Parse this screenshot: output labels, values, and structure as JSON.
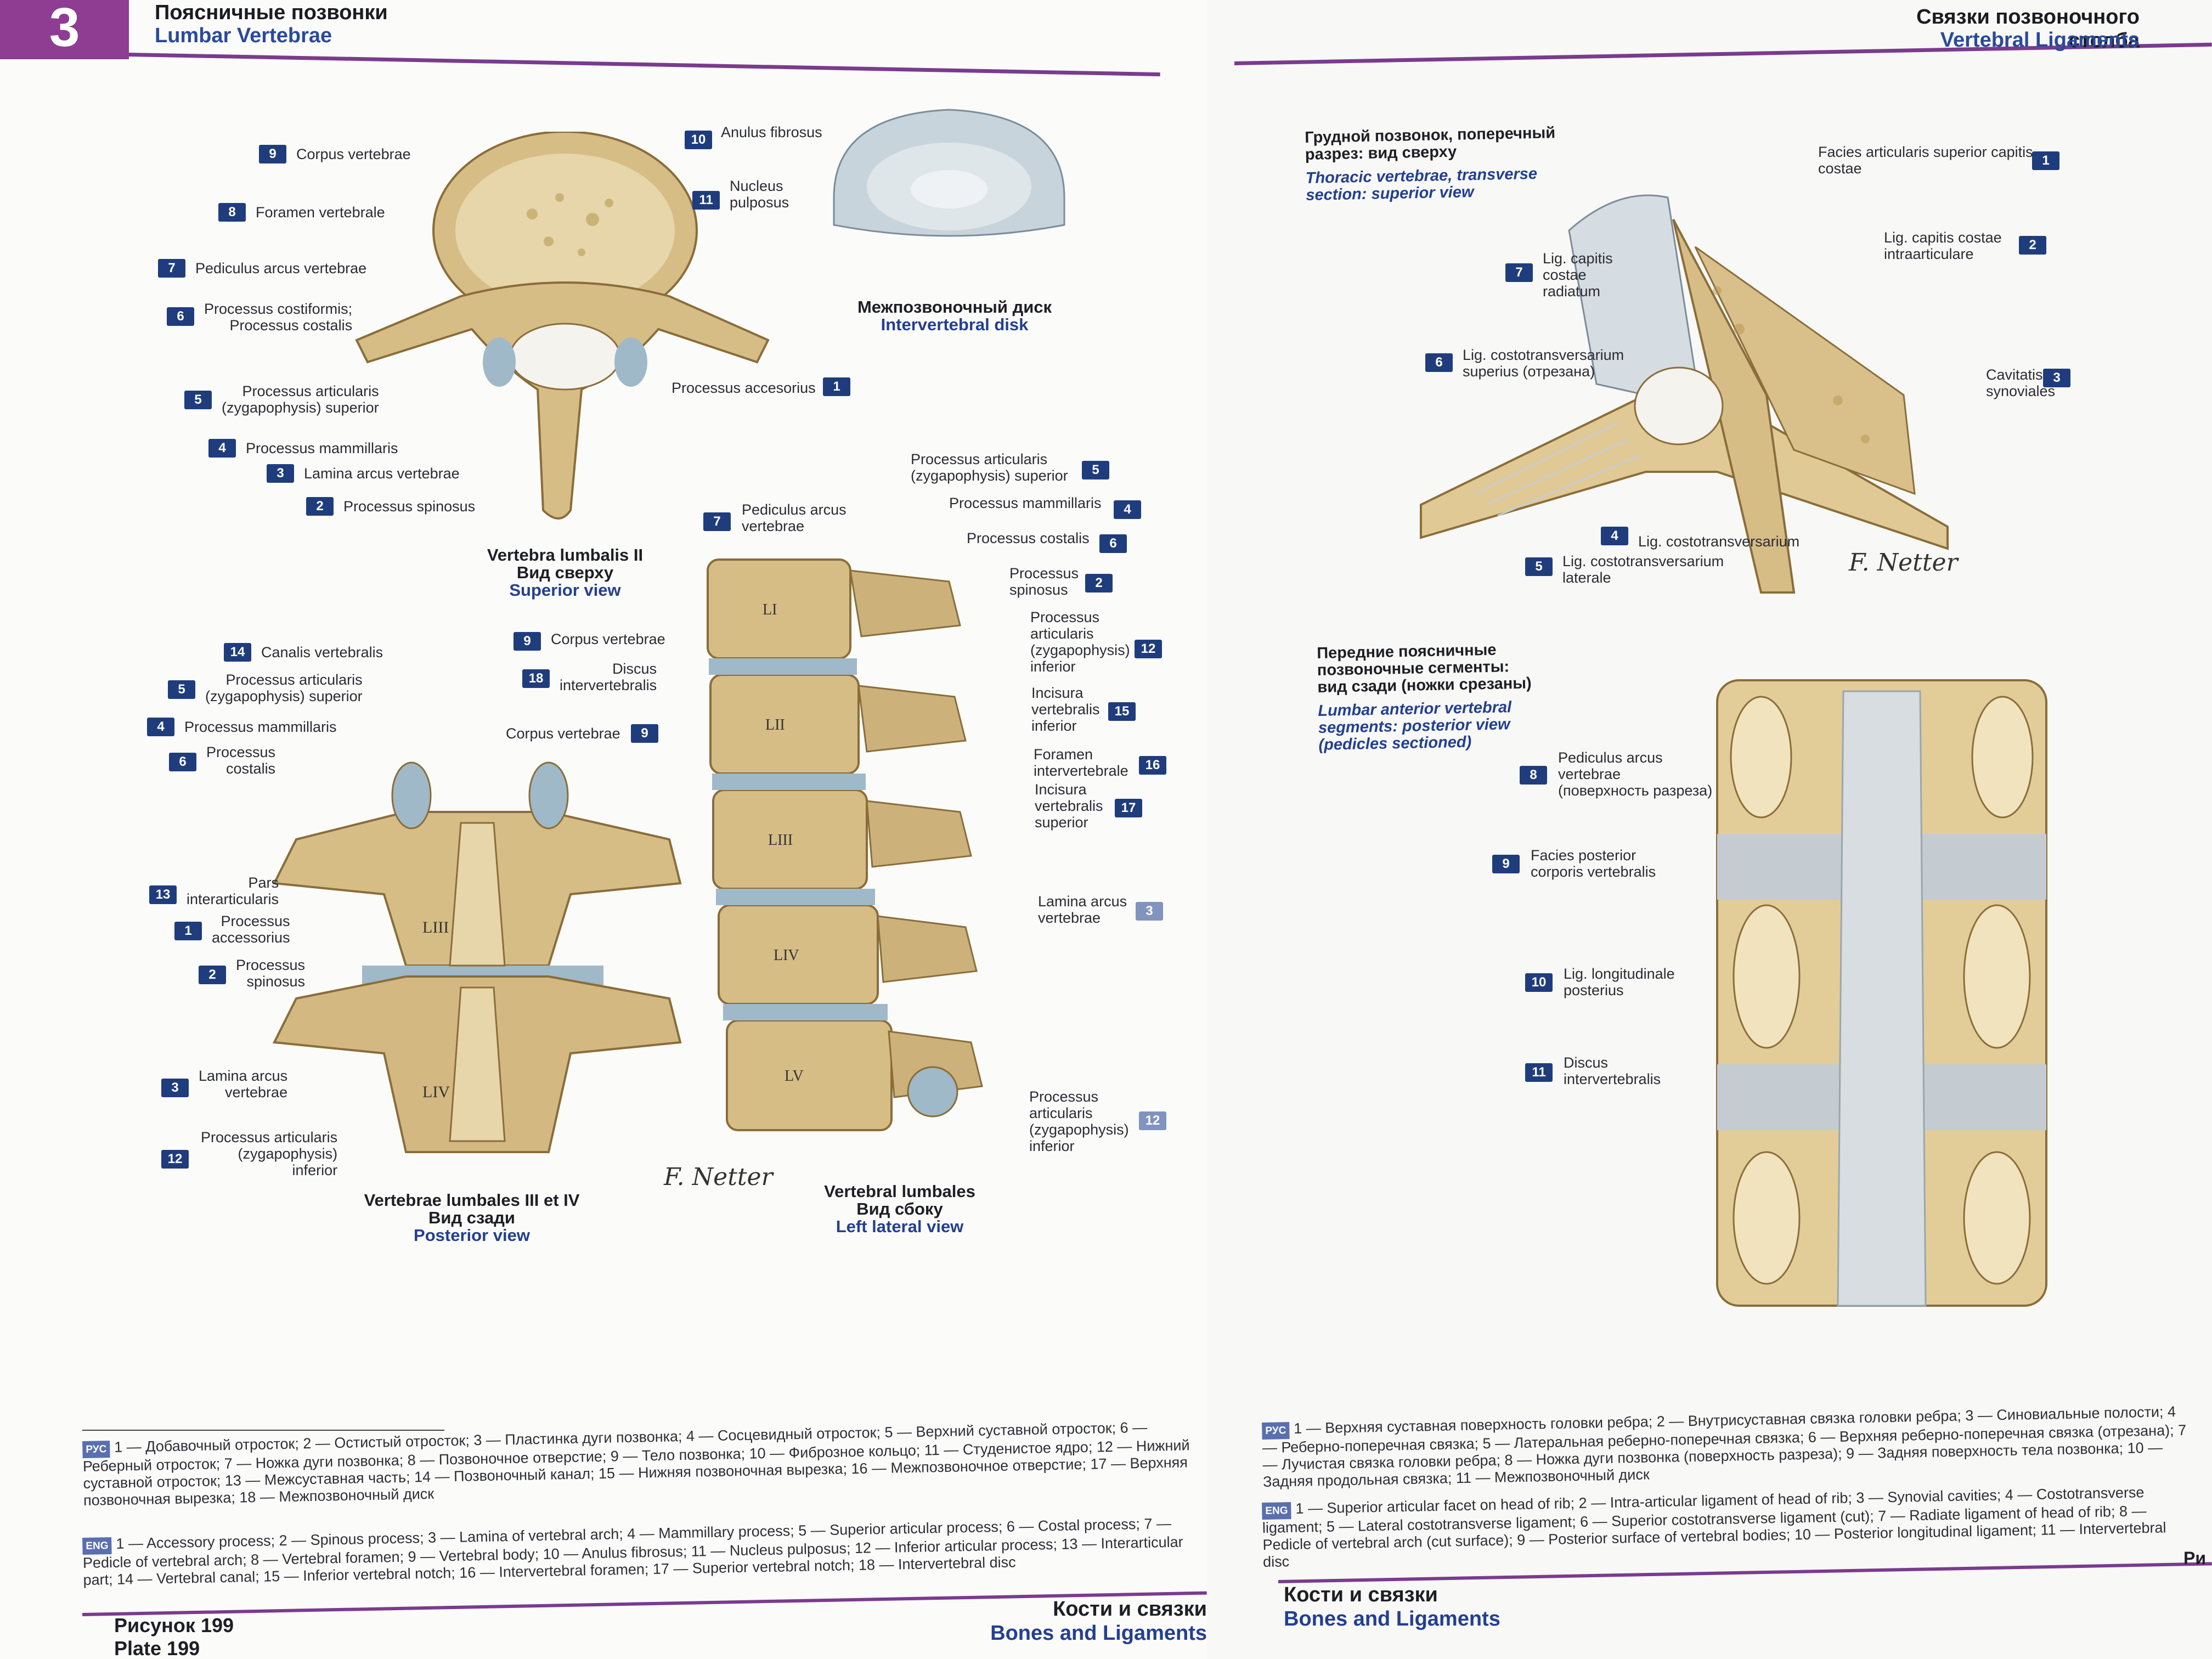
{
  "left": {
    "chapter": "3",
    "title_ru": "Поясничные позвонки",
    "title_en": "Lumbar Vertebrae",
    "fig_superior": {
      "labels": [
        {
          "n": "9",
          "t": "Corpus vertebrae"
        },
        {
          "n": "8",
          "t": "Foramen vertebrale"
        },
        {
          "n": "7",
          "t": "Pediculus arcus vertebrae"
        },
        {
          "n": "6",
          "t": "Processus costiformis;\nProcessus costalis"
        },
        {
          "n": "5",
          "t": "Processus articularis\n(zygapophysis) superior"
        },
        {
          "n": "4",
          "t": "Processus mammillaris"
        },
        {
          "n": "3",
          "t": "Lamina arcus vertebrae"
        },
        {
          "n": "2",
          "t": "Processus spinosus"
        },
        {
          "n": "1",
          "t": "Processus accesorius"
        }
      ],
      "caption_latin": "Vertebra lumbalis II",
      "caption_ru": "Вид сверху",
      "caption_en": "Superior view"
    },
    "fig_disc": {
      "labels": [
        {
          "n": "10",
          "t": "Anulus fibrosus"
        },
        {
          "n": "11",
          "t": "Nucleus\npulposus"
        }
      ],
      "caption_ru": "Межпозвоночный диск",
      "caption_en": "Intervertebral disk"
    },
    "fig_posterior": {
      "labels": [
        {
          "n": "14",
          "t": "Canalis vertebralis"
        },
        {
          "n": "5",
          "t": "Processus articularis\n(zygapophysis) superior"
        },
        {
          "n": "4",
          "t": "Processus mammillaris"
        },
        {
          "n": "6",
          "t": "Processus\ncostalis"
        },
        {
          "n": "13",
          "t": "Pars\ninterarticularis"
        },
        {
          "n": "1",
          "t": "Processus\naccessorius"
        },
        {
          "n": "2",
          "t": "Processus\nspinosus"
        },
        {
          "n": "3",
          "t": "Lamina arcus\nvertebrae"
        },
        {
          "n": "12",
          "t": "Processus articularis\n(zygapophysis)\ninferior"
        }
      ],
      "vlabels": [
        "LIII",
        "LIV"
      ],
      "caption_latin": "Vertebrae lumbales III et IV",
      "caption_ru": "Вид сзади",
      "caption_en": "Posterior view"
    },
    "fig_lateral": {
      "labels_left": [
        {
          "n": "7",
          "t": "Pediculus arcus\nvertebrae"
        },
        {
          "n": "9",
          "t": "Corpus vertebrae"
        },
        {
          "n": "18",
          "t": "Discus\nintervertebralis"
        },
        {
          "n": "9",
          "t": "Corpus vertebrae"
        }
      ],
      "labels_right": [
        {
          "n": "5",
          "t": "Processus articularis\n(zygapophysis) superior"
        },
        {
          "n": "4",
          "t": "Processus mammillaris"
        },
        {
          "n": "6",
          "t": "Processus costalis"
        },
        {
          "n": "2",
          "t": "Processus\nspinosus"
        },
        {
          "n": "12",
          "t": "Processus\narticularis\n(zygapophysis)\ninferior"
        },
        {
          "n": "15",
          "t": "Incisura\nvertebralis\ninferior"
        },
        {
          "n": "16",
          "t": "Foramen\nintervertebrale"
        },
        {
          "n": "17",
          "t": "Incisura\nvertebralis\nsuperior"
        },
        {
          "n": "3",
          "t": "Lamina arcus\nvertebrae"
        },
        {
          "n": "12",
          "t": "Processus\narticularis\n(zygapophysis)\ninferior"
        }
      ],
      "vlabels": [
        "LI",
        "LII",
        "LIII",
        "LIV",
        "LV"
      ],
      "caption_latin": "Vertebral lumbales",
      "caption_ru": "Вид сбоку",
      "caption_en": "Left lateral view"
    },
    "legend_ru_tag": "РУС",
    "legend_ru": "1 — Добавочный отросток; 2 — Остистый отросток; 3 — Пластинка дуги позвонка; 4 — Сосцевидный отросток; 5 — Верхний суставной отросток; 6 — Реберный отросток; 7 — Ножка дуги позвонка; 8 — Позвоночное отверстие; 9 — Тело позвонка; 10 — Фиброзное кольцо; 11 — Студенистое ядро; 12 — Нижний суставной отросток; 13 — Межсуставная часть; 14 — Позвоночный канал; 15 — Нижняя позвоночная вырезка; 16 — Межпозвоночное отверстие; 17 — Верхняя позвоночная вырезка; 18 — Межпозвоночный диск",
    "legend_en_tag": "ENG",
    "legend_en": "1 — Accessory process; 2 — Spinous process; 3 — Lamina of vertebral arch; 4 — Mammillary process; 5 — Superior articular process; 6 — Costal process; 7 — Pedicle of vertebral arch; 8 — Vertebral foramen; 9 — Vertebral body; 10 — Anulus fibrosus; 11 — Nucleus pulposus; 12 — Inferior articular process; 13 — Interarticular part; 14 — Vertebral canal; 15 — Inferior vertebral notch; 16 — Intervertebral foramen; 17 — Superior vertebral notch; 18 — Intervertebral disc",
    "footer_plate_ru": "Рисунок 199",
    "footer_plate_en": "Plate 199",
    "footer_section_ru": "Кости и связки",
    "footer_section_en": "Bones and Ligaments",
    "signature": "F. Netter"
  },
  "right": {
    "title_ru": "Связки позвоночного столба",
    "title_en": "Vertebral Ligaments",
    "fig_thoracic": {
      "caption_ru": "Грудной позвонок, поперечный\nразрез: вид сверху",
      "caption_en": "Thoracic vertebrae, transverse\nsection: superior view",
      "labels": [
        {
          "n": "1",
          "t": "Facies articularis superior capitis\ncostae"
        },
        {
          "n": "2",
          "t": "Lig. capitis costae\nintraarticulare"
        },
        {
          "n": "3",
          "t": "Cavitatis\nsynoviales"
        },
        {
          "n": "7",
          "t": "Lig. capitis\ncostae\nradiatum"
        },
        {
          "n": "6",
          "t": "Lig. costotransversarium\nsuperius (отрезана)"
        },
        {
          "n": "4",
          "t": "Lig. costotransversarium"
        },
        {
          "n": "5",
          "t": "Lig. costotransversarium\nlaterale"
        }
      ]
    },
    "fig_segments": {
      "caption_ru": "Передние поясничные\nпозвоночные сегменты:\nвид сзади (ножки срезаны)",
      "caption_en": "Lumbar anterior vertebral\nsegments: posterior view\n(pedicles sectioned)",
      "labels": [
        {
          "n": "8",
          "t": "Pediculus arcus\nvertebrae\n(поверхность разреза)"
        },
        {
          "n": "9",
          "t": "Facies posterior\ncorporis vertebralis"
        },
        {
          "n": "10",
          "t": "Lig. longitudinale\nposterius"
        },
        {
          "n": "11",
          "t": "Discus\nintervertebralis"
        }
      ]
    },
    "legend_ru_tag": "РУС",
    "legend_ru": "1 — Верхняя суставная поверхность головки ребра; 2 — Внутрисуставная связка головки ребра; 3 — Синовиальные полости; 4 — Реберно-поперечная связка; 5 — Латеральная реберно-поперечная связка; 6 — Верхняя реберно-поперечная связка (отрезана); 7 — Лучистая связка головки ребра; 8 — Ножка дуги позвонка (поверхность разреза); 9 — Задняя поверхность тела позвонка; 10 — Задняя продольная связка; 11 — Межпозвоночный диск",
    "legend_en_tag": "ENG",
    "legend_en": "1 — Superior articular facet on head of rib; 2 — Intra-articular ligament of head of rib; 3 — Synovial cavities; 4 — Costotransverse ligament; 5 — Lateral costotransverse ligament; 6 — Superior costotransverse ligament (cut); 7 — Radiate ligament of head of rib; 8 — Pedicle of vertebral arch (cut surface); 9 — Posterior surface of vertebral bodies; 10 — Posterior longitudinal ligament; 11 — Intervertebral disc",
    "footer_section_ru": "Кости и связки",
    "footer_section_en": "Bones and Ligaments",
    "footer_plate_cut": "Ри",
    "signature": "F. Netter"
  },
  "colors": {
    "purple": "#8e3d93",
    "navy_badge": "#1f3d7c",
    "bone": "#d9c08a",
    "bone_dark": "#a8894e",
    "disc": "#9fb9c8",
    "title_blue": "#233f92"
  }
}
